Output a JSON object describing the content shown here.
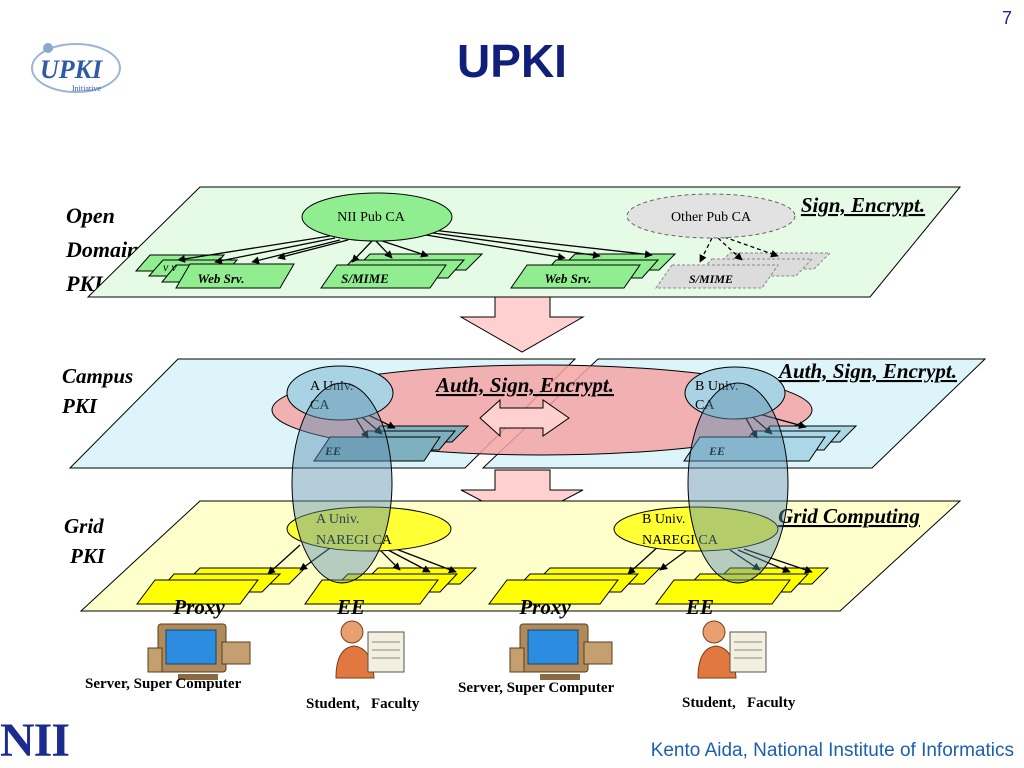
{
  "page_number": "7",
  "title": "UPKI",
  "logo": {
    "name": "UPKI",
    "sub": "Initiative"
  },
  "nii_logo": "NII",
  "footer_author": "Kento Aida, National Institute of Informatics",
  "layers": {
    "open_domain": {
      "side_label": [
        "Open",
        "Domain",
        "PKI"
      ],
      "ca_main": "NII Pub CA",
      "ca_other": "Other Pub CA",
      "service": "Sign, Encrypt.",
      "certs": [
        "Web Srv.",
        "S/MIME",
        "Web Srv.",
        "S/MIME"
      ],
      "hidden_cert_fragment": "v v"
    },
    "campus": {
      "side_label": [
        "Campus",
        "PKI"
      ],
      "ca_a": [
        "A Univ.",
        "CA"
      ],
      "ca_b": [
        "B Univ.",
        "CA"
      ],
      "service_center": "Auth, Sign, Encrypt.",
      "service_right": "Auth, Sign, Encrypt.",
      "ee_a": "EE",
      "ee_b": "EE"
    },
    "grid": {
      "side_label": [
        "Grid",
        "PKI"
      ],
      "ca_a": [
        "A Univ.",
        "NAREGI CA"
      ],
      "ca_b": [
        "B Univ.",
        "NAREGI CA"
      ],
      "service": "Grid Computing",
      "cert_labels": [
        "Proxy",
        "EE",
        "Proxy",
        "EE"
      ]
    }
  },
  "endpoints": [
    "Server, Super Computer",
    "Student,   Faculty",
    "Server, Super Computer",
    "Student,   Faculty"
  ]
}
